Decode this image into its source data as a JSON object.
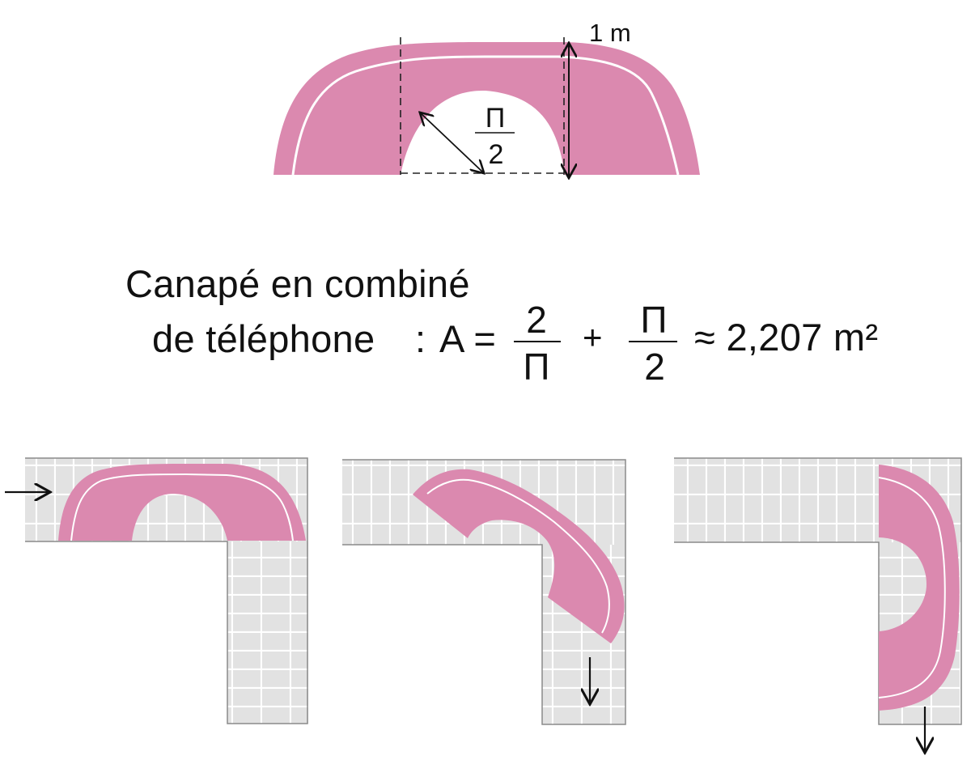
{
  "top_figure": {
    "dimension_label": "1 m",
    "radius_label": {
      "numerator": "Π",
      "denominator": "2"
    }
  },
  "formula": {
    "line1": "Canapé en combiné",
    "line2": "de téléphone",
    "colon": ":",
    "lhs": "A =",
    "frac1": {
      "numerator": "2",
      "denominator": "Π"
    },
    "plus": "+",
    "frac2": {
      "numerator": "Π",
      "denominator": "2"
    },
    "result": "≈ 2,207 m²"
  },
  "colors": {
    "sofa": "#db89af",
    "corridor": "#e2e2e2",
    "grid_line": "#ffffff",
    "ink": "#111111"
  }
}
